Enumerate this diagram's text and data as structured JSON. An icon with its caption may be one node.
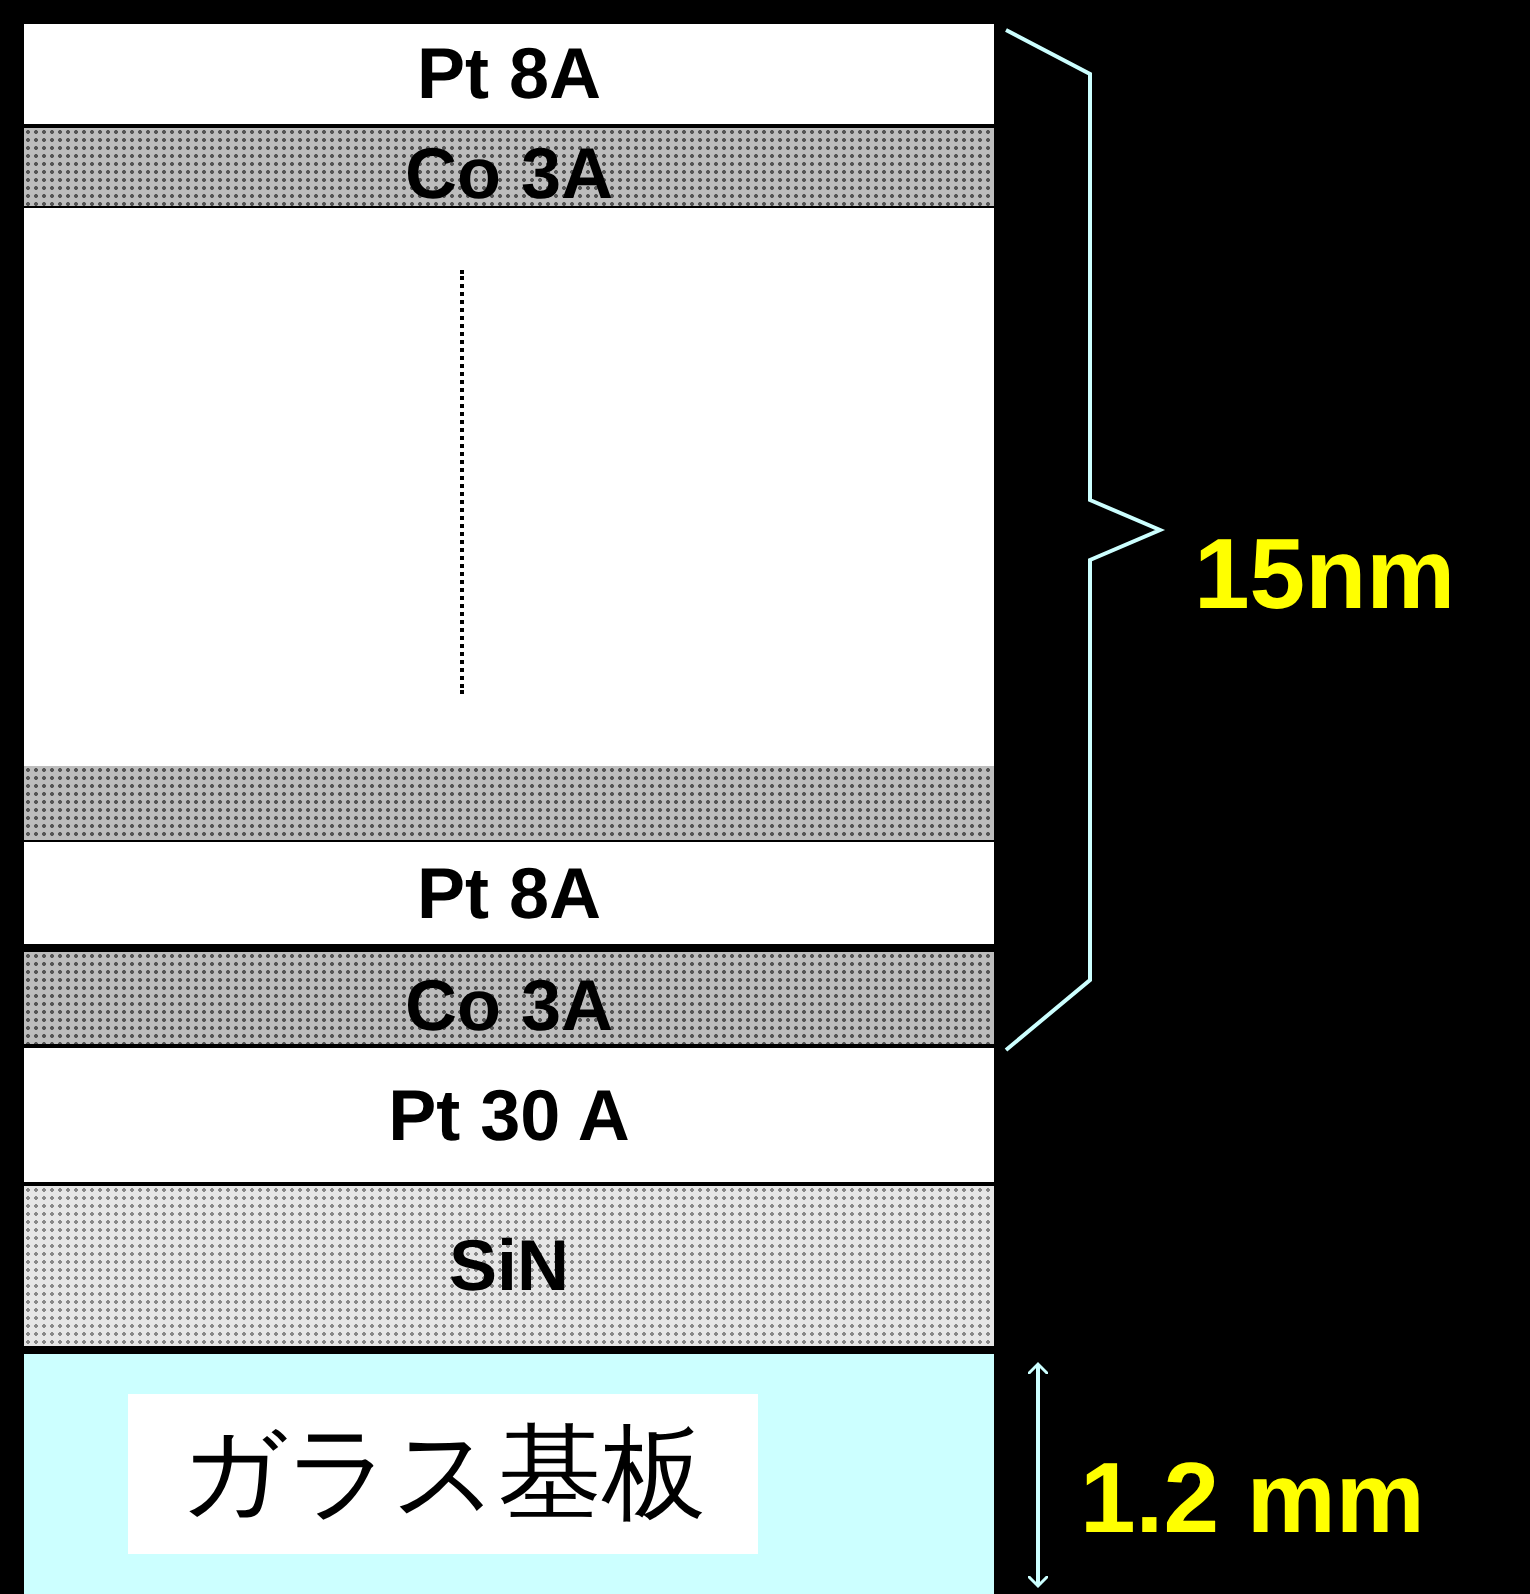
{
  "diagram": {
    "nodes": [
      {
        "text": [
          "Pt 8A"
        ]
      },
      {
        "text": [
          "Co 3A"
        ]
      },
      {
        "text": [],
        "shape": "box"
      },
      {
        "text": [],
        "shape": "box"
      },
      {
        "text": [
          "Pt 8A"
        ]
      },
      {
        "text": [
          "Co 3A"
        ]
      },
      {
        "text": [
          "Pt 30 A"
        ]
      },
      {
        "text": [
          "SiN"
        ]
      },
      {
        "text": [
          "ガラス基板"
        ]
      }
    ],
    "labels": [
      "15nm",
      "1.2 mm"
    ]
  }
}
